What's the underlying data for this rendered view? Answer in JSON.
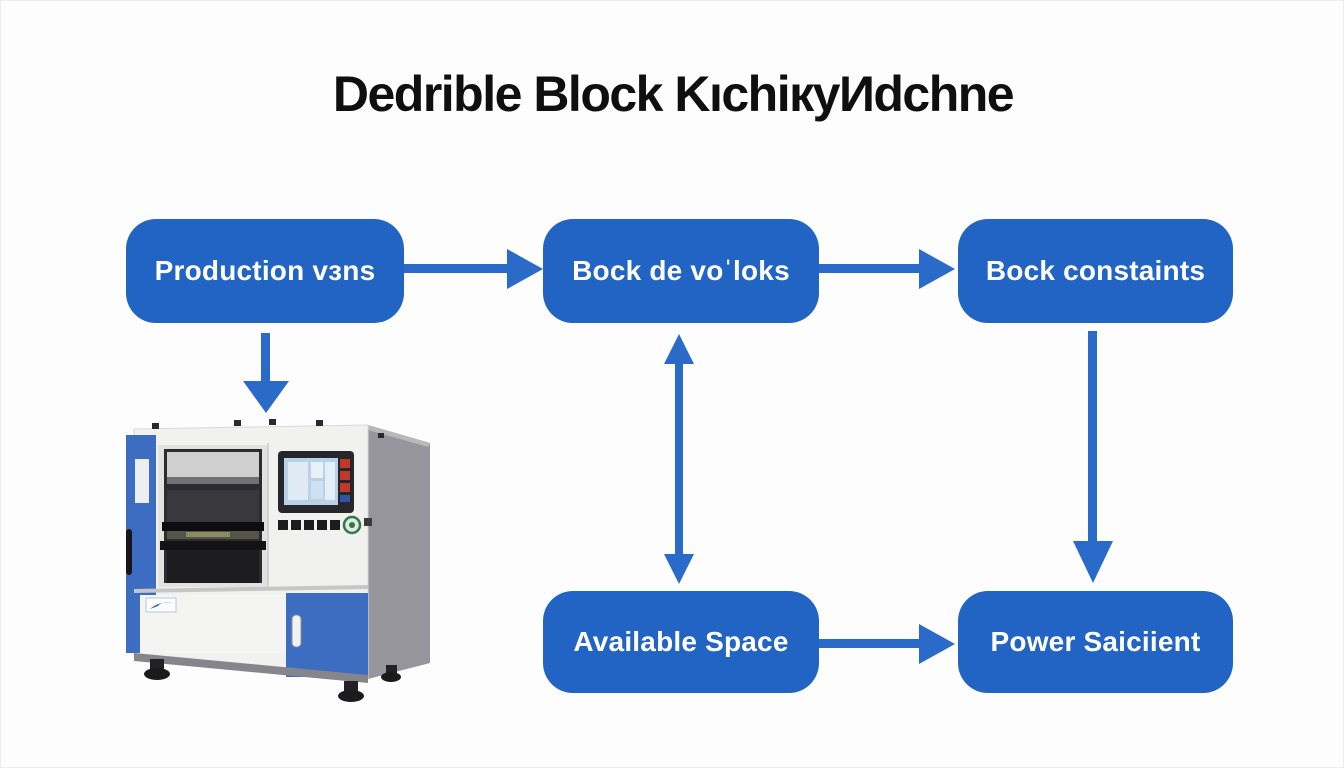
{
  "title": "Dedrible Block KıchiкyИdchne",
  "colors": {
    "node_blue": "#2264c3",
    "arrow_blue": "#2a6ac9",
    "node_text": "#ffffff",
    "title_text": "#0f0f0f",
    "background": "#fdfdfd",
    "machine_accent_blue": "#3d6dc1"
  },
  "flowchart": {
    "nodes": [
      {
        "label": "Production vɜns"
      },
      {
        "label": "Bock de voˈloks"
      },
      {
        "label": "Bock constaints"
      },
      {
        "label": "Available Space"
      },
      {
        "label": "Power Saiciient"
      }
    ],
    "connections": [
      {
        "from": "Production vɜns",
        "to": "Bock de voˈloks",
        "type": "arrow-right"
      },
      {
        "from": "Bock de voˈloks",
        "to": "Bock constaints",
        "type": "arrow-right"
      },
      {
        "from": "Production vɜns",
        "to": "machine-illustration",
        "type": "arrow-down"
      },
      {
        "from": "Bock de voˈloks",
        "to": "Available Space",
        "type": "arrow-double-vertical"
      },
      {
        "from": "Bock constaints",
        "to": "Power Saiciient",
        "type": "arrow-down"
      },
      {
        "from": "Available Space",
        "to": "Power Saiciient",
        "type": "arrow-right"
      }
    ]
  },
  "illustration": {
    "name": "block-making-machine-photo"
  }
}
